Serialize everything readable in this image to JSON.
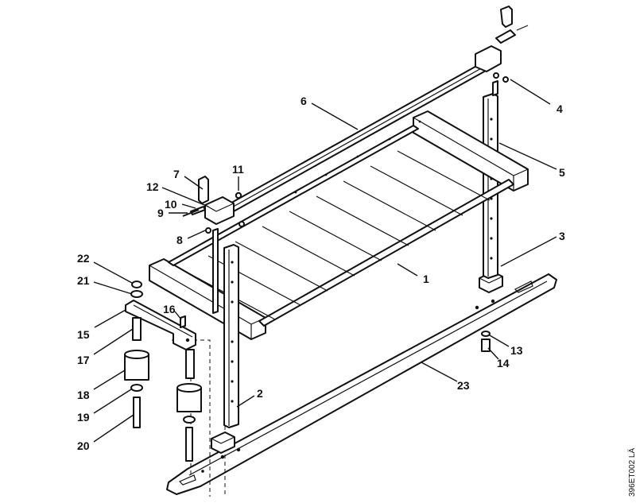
{
  "callouts": [
    {
      "id": "c1",
      "label": "1"
    },
    {
      "id": "c2",
      "label": "2"
    },
    {
      "id": "c3",
      "label": "3"
    },
    {
      "id": "c4",
      "label": "4"
    },
    {
      "id": "c5",
      "label": "5"
    },
    {
      "id": "c6",
      "label": "6"
    },
    {
      "id": "c7",
      "label": "7"
    },
    {
      "id": "c8",
      "label": "8"
    },
    {
      "id": "c9",
      "label": "9"
    },
    {
      "id": "c10",
      "label": "10"
    },
    {
      "id": "c11",
      "label": "11"
    },
    {
      "id": "c12",
      "label": "12"
    },
    {
      "id": "c13",
      "label": "13"
    },
    {
      "id": "c14",
      "label": "14"
    },
    {
      "id": "c15",
      "label": "15"
    },
    {
      "id": "c16",
      "label": "16"
    },
    {
      "id": "c17",
      "label": "17"
    },
    {
      "id": "c18",
      "label": "18"
    },
    {
      "id": "c19",
      "label": "19"
    },
    {
      "id": "c20",
      "label": "20"
    },
    {
      "id": "c21",
      "label": "21"
    },
    {
      "id": "c22",
      "label": "22"
    },
    {
      "id": "c23",
      "label": "23"
    }
  ],
  "drawing_number": "396ET002 LÄ"
}
